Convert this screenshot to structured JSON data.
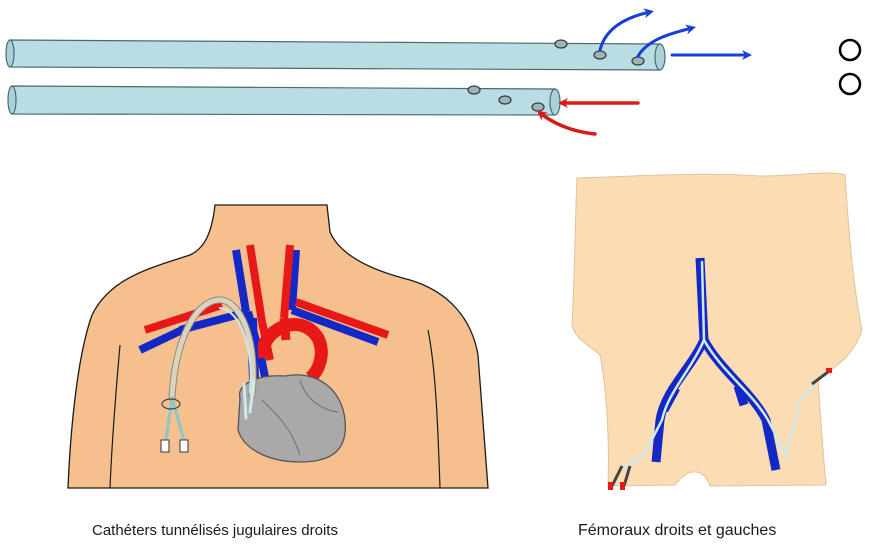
{
  "captions": {
    "jugular": "Cathéters tunnélisés jugulaires droits",
    "femoral": "Fémoraux droits et gauches"
  },
  "colors": {
    "tube_fill": "#b9dde2",
    "skin_chest": "#f5c08e",
    "skin_pelvis": "#fbdcb3",
    "vein": "#1428c8",
    "artery": "#e81818",
    "heart": "#a9a9a9",
    "catheter": "#dcd3bf",
    "catheter_light": "#cde9ea",
    "flow_out": "#1a3fd6",
    "flow_in": "#d81a1a"
  },
  "icons": {
    "lumen_icon": "double-circle",
    "flow_arrows": [
      "blue-outflow-arrow",
      "red-inflow-arrow"
    ]
  }
}
